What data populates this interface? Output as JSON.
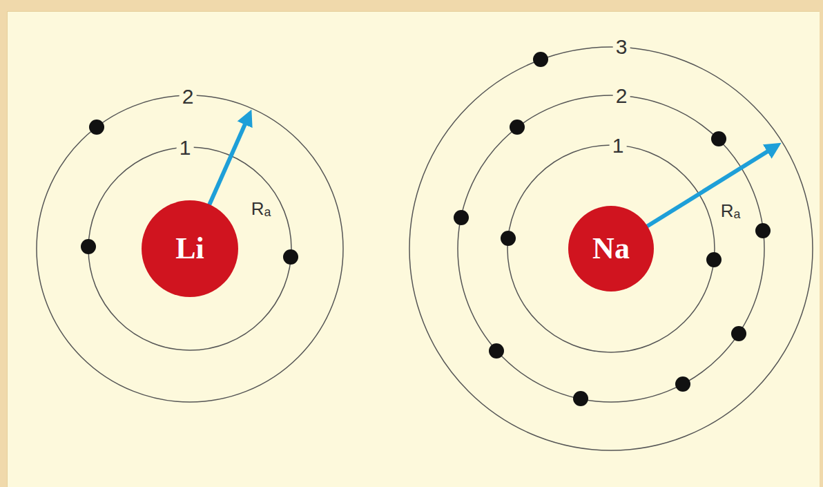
{
  "diagram": {
    "nodes": [
      {
        "text": [
          "Li"
        ]
      },
      {
        "text": [
          "Na"
        ]
      }
    ],
    "labels": [
      "2",
      "1",
      "Rₐ",
      "3",
      "2",
      "1",
      "Rₐ"
    ]
  }
}
